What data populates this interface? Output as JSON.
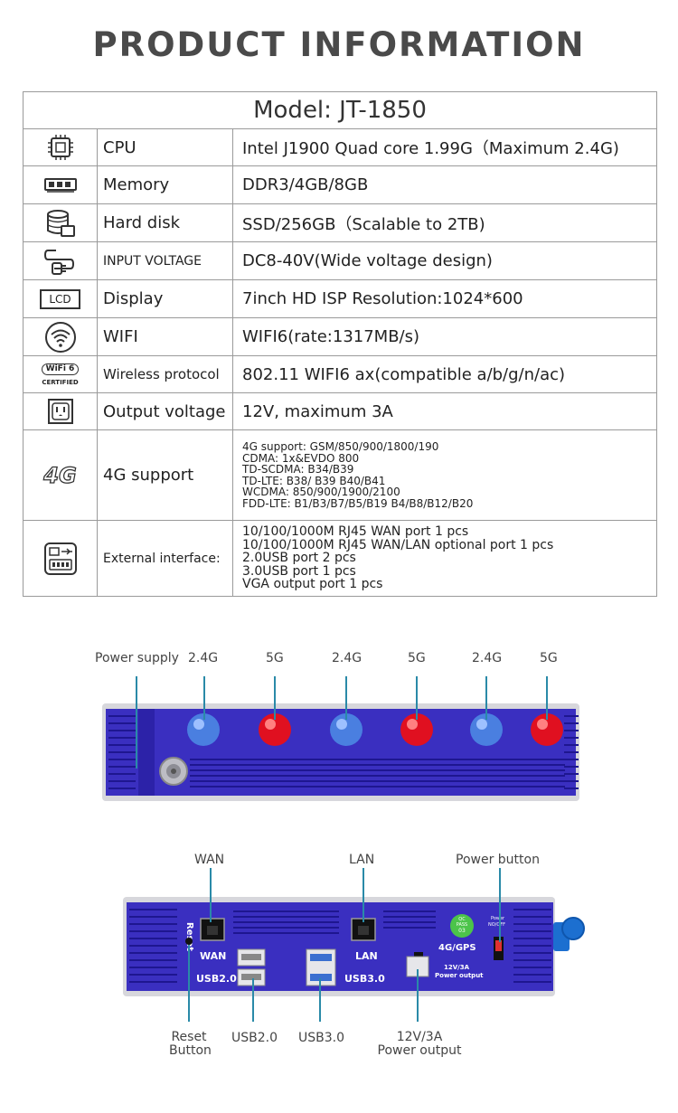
{
  "page": {
    "title": "PRODUCT INFORMATION"
  },
  "model": "Model: JT-1850",
  "rows": [
    {
      "icon": "cpu-icon",
      "label": "CPU",
      "value": "Intel J1900  Quad core 1.99G（Maximum 2.4G)"
    },
    {
      "icon": "memory-icon",
      "label": "Memory",
      "value": "DDR3/4GB/8GB"
    },
    {
      "icon": "hard-disk-icon",
      "label": "Hard disk",
      "value": "SSD/256GB（Scalable to 2TB)"
    },
    {
      "icon": "power-plug-icon",
      "label": "INPUT VOLTAGE",
      "value": "DC8-40V(Wide voltage design)"
    },
    {
      "icon": "lcd-icon",
      "icon_text": "LCD",
      "label": "Display",
      "value": "7inch HD ISP  Resolution:1024*600"
    },
    {
      "icon": "wifi-icon",
      "label": "WIFI",
      "value": "WIFI6(rate:1317MB/s)"
    },
    {
      "icon": "wifi6-certified-icon",
      "icon_text": "WiFi 6",
      "icon_sub": "CERTIFIED",
      "label": "Wireless protocol",
      "value": "802.11 WIFI6 ax(compatible a/b/g/n/ac)"
    },
    {
      "icon": "outlet-icon",
      "label": "Output voltage",
      "value": "12V, maximum 3A"
    }
  ],
  "row_4g": {
    "icon": "4g-icon",
    "icon_text": "4G",
    "label": "4G support",
    "lines": [
      "4G support:  GSM/850/900/1800/190",
      "CDMA:  1x&EVDO 800",
      "TD-SCDMA:  B34/B39",
      "TD-LTE:  B38/ B39 B40/B41",
      "WCDMA:  850/900/1900/2100",
      "FDD-LTE:  B1/B3/B7/B5/B19  B4/B8/B12/B20"
    ]
  },
  "row_ext": {
    "icon": "usb-interface-icon",
    "label": "External interface:",
    "lines": [
      "10/100/1000M RJ45 WAN port 1 pcs",
      "10/100/1000M RJ45 WAN/LAN optional port 1 pcs",
      "2.0USB port 2 pcs",
      "3.0USB port 1 pcs",
      "VGA output port 1 pcs"
    ]
  },
  "front": {
    "labels": [
      "Power supply",
      "2.4G",
      "5G",
      "2.4G",
      "5G",
      "2.4G",
      "5G"
    ]
  },
  "back": {
    "top_labels": {
      "wan": "WAN",
      "lan": "LAN",
      "power_button": "Power button"
    },
    "bottom_labels": {
      "reset": "Reset\nButton",
      "usb2": "USB2.0",
      "usb3": "USB3.0",
      "power_out": "12V/3A\nPower output"
    },
    "panel_text": {
      "reset": "Reset",
      "wan": "WAN",
      "lan": "LAN",
      "usb2": "USB2.0",
      "usb3": "USB3.0",
      "g4gps": "4G/GPS",
      "power_out_1": "12V/3A",
      "power_out_2": "Power output",
      "pwr_1": "Power",
      "pwr_2": "NO/OFF",
      "badge_1": "QC",
      "badge_2": "PASS",
      "badge_3": "03"
    }
  },
  "colors": {
    "device_blue": "#3a2fc0",
    "antenna_blue": "#4a7fe0",
    "antenna_red": "#e01020",
    "pointer_line": "#2a8aa8"
  }
}
